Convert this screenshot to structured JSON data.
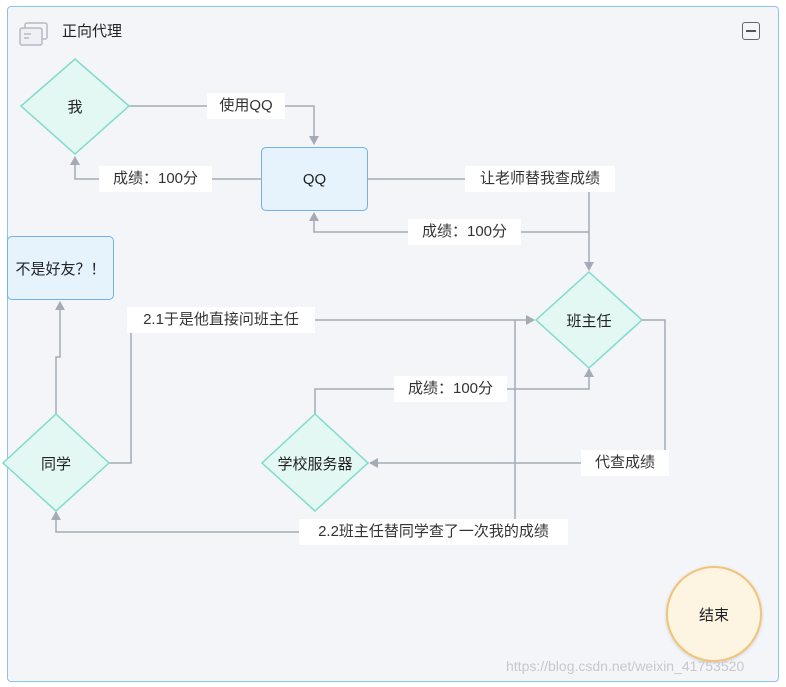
{
  "header": {
    "title": "正向代理"
  },
  "nodes": {
    "me": "我",
    "qq": "QQ",
    "not_friend": "不是好友？！",
    "head_teacher": "班主任",
    "classmate": "同学",
    "school_server": "学校服务器",
    "end": "结束"
  },
  "edges": {
    "use_qq": "使用QQ",
    "score_to_me": "成绩：100分",
    "ask_teacher": "让老师替我查成绩",
    "score_to_qq": "成绩：100分",
    "ask_directly": "2.1于是他直接问班主任",
    "score_to_teacher": "成绩：100分",
    "query_score": "代查成绩",
    "teacher_for_classmate": "2.2班主任替同学查了一次我的成绩"
  },
  "watermark": "https://blog.csdn.net/weixin_41753520",
  "colors": {
    "diamond_fill": "#e3f7f3",
    "diamond_stroke": "#7fdccb",
    "rect_fill": "#e6f2fc",
    "rect_stroke": "#6fb3e8",
    "end_fill": "#fdf5e2",
    "end_stroke": "#f2c47a",
    "edge": "#a4abb6"
  }
}
